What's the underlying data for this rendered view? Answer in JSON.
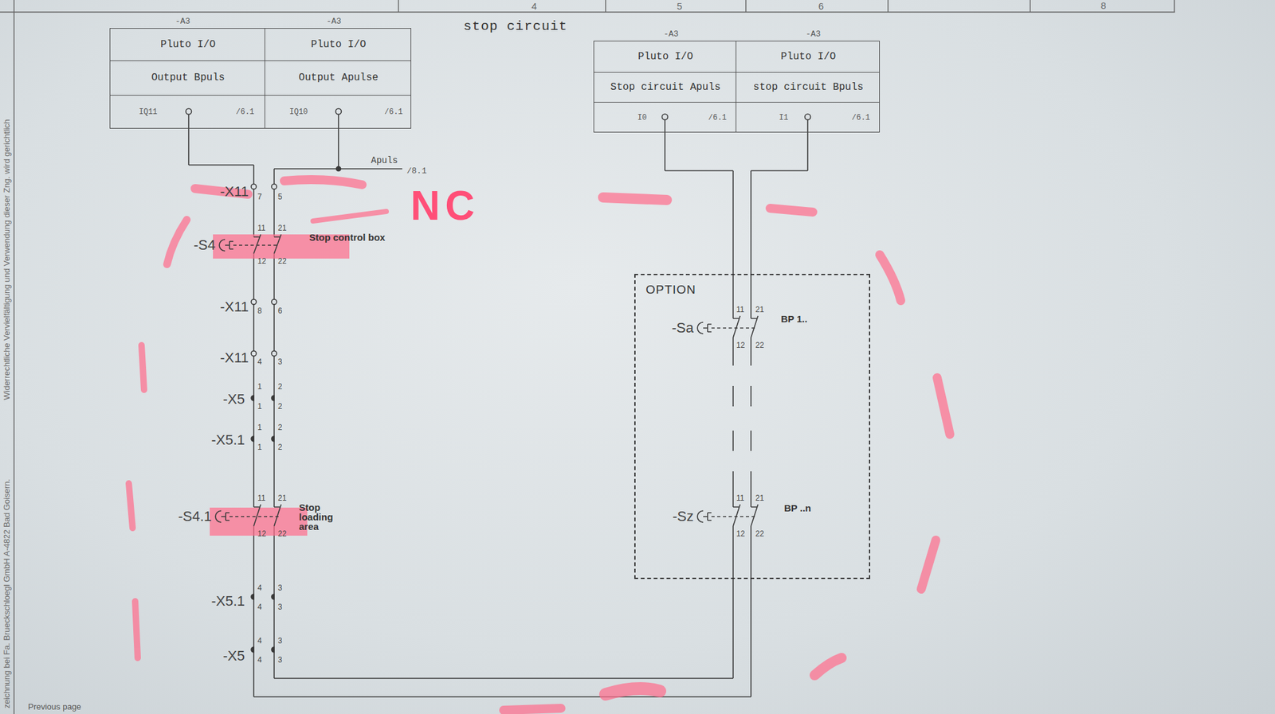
{
  "diagram": {
    "title": "stop circuit",
    "nodes": [
      {
        "text": [
          "-A3",
          "Pluto I/O",
          "Output Bpuls",
          "IQ11",
          "/6.1"
        ]
      },
      {
        "text": [
          "-A3",
          "Pluto I/O",
          "Output Apulse",
          "IQ10",
          "/6.1"
        ]
      },
      {
        "text": [
          "-A3",
          "Pluto I/O",
          "Stop circuit Apuls",
          "I0",
          "/6.1"
        ]
      },
      {
        "text": [
          "-A3",
          "Pluto I/O",
          "stop circuit Bpuls",
          "I1",
          "/6.1"
        ]
      },
      {
        "text": [
          "OPTION"
        ]
      }
    ],
    "edges": [
      {
        "from": 0,
        "to": 3,
        "arrow": "none"
      },
      {
        "from": 1,
        "to": 2,
        "arrow": "none"
      }
    ],
    "labels": [
      "4",
      "5",
      "6",
      "8",
      "zeichnung bei Fa. Brueckschloegl GmbH A-4822 Bad Goisern.",
      "Widerrechtliche Vervielfältigung und Verwendung dieser Zng. wird gerichtlich",
      "Apuls",
      "/8.1",
      "NC",
      "-X11",
      "7",
      "5",
      "-S4",
      "11",
      "21",
      "12",
      "22",
      "Stop control box",
      "-X11",
      "8",
      "6",
      "-X11",
      "4",
      "3",
      "-X5",
      "1",
      "2",
      "1",
      "2",
      "-X5.1",
      "1",
      "2",
      "1",
      "2",
      "-S4.1",
      "11",
      "21",
      "12",
      "22",
      "Stop loading area",
      "-X5.1",
      "4",
      "3",
      "4",
      "3",
      "-X5",
      "4",
      "3",
      "4",
      "3",
      "-Sa",
      "11",
      "21",
      "12",
      "22",
      "BP 1..",
      "-Sz",
      "11",
      "21",
      "12",
      "22",
      "BP ..n",
      "Previous page"
    ]
  }
}
